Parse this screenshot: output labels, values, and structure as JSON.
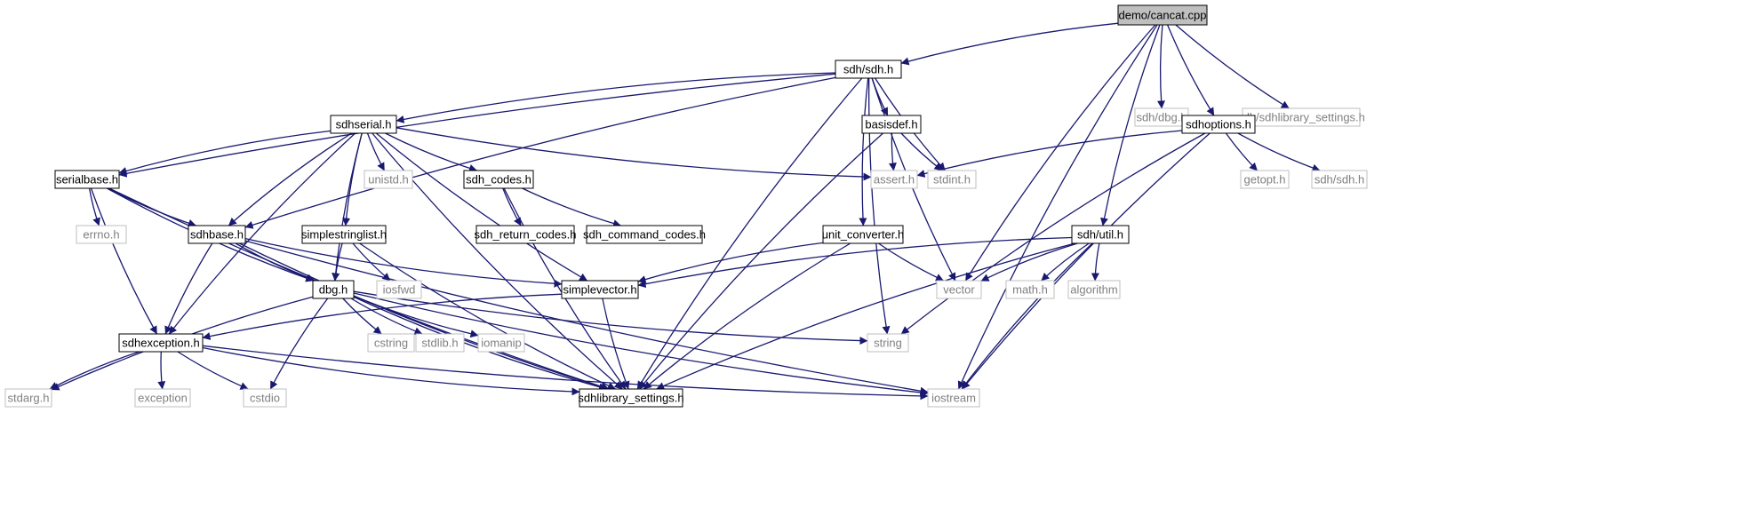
{
  "diagram": {
    "type": "include-dependency-graph",
    "colors": {
      "edge": "#191970",
      "node_border": "#000000",
      "external_border": "#bfbfbf",
      "external_text": "#808080",
      "root_fill": "#bfbfbf",
      "text": "#000000"
    },
    "nodes": [
      {
        "id": "cancat",
        "label": "demo/cancat.cpp",
        "kind": "root"
      },
      {
        "id": "sdh_sdh",
        "label": "sdh/sdh.h",
        "kind": "local"
      },
      {
        "id": "dbg_ext",
        "label": "sdh/dbg.h",
        "kind": "external"
      },
      {
        "id": "settings_ext",
        "label": "sdh/sdhlibrary_settings.h",
        "kind": "external"
      },
      {
        "id": "sdhserial",
        "label": "sdhserial.h",
        "kind": "local"
      },
      {
        "id": "basisdef",
        "label": "basisdef.h",
        "kind": "local"
      },
      {
        "id": "sdhoptions",
        "label": "sdhoptions.h",
        "kind": "local"
      },
      {
        "id": "serialbase",
        "label": "serialbase.h",
        "kind": "local"
      },
      {
        "id": "unistd",
        "label": "unistd.h",
        "kind": "external"
      },
      {
        "id": "sdh_codes",
        "label": "sdh_codes.h",
        "kind": "local"
      },
      {
        "id": "assert",
        "label": "assert.h",
        "kind": "external"
      },
      {
        "id": "stdint",
        "label": "stdint.h",
        "kind": "external"
      },
      {
        "id": "getopt",
        "label": "getopt.h",
        "kind": "external"
      },
      {
        "id": "sdh_sdh_ext",
        "label": "sdh/sdh.h",
        "kind": "external"
      },
      {
        "id": "errno",
        "label": "errno.h",
        "kind": "external"
      },
      {
        "id": "sdhbase",
        "label": "sdhbase.h",
        "kind": "local"
      },
      {
        "id": "simplestringlist",
        "label": "simplestringlist.h",
        "kind": "local"
      },
      {
        "id": "ret_codes",
        "label": "sdh_return_codes.h",
        "kind": "local"
      },
      {
        "id": "cmd_codes",
        "label": "sdh_command_codes.h",
        "kind": "local"
      },
      {
        "id": "unit_conv",
        "label": "unit_converter.h",
        "kind": "local"
      },
      {
        "id": "util",
        "label": "sdh/util.h",
        "kind": "local"
      },
      {
        "id": "dbg",
        "label": "dbg.h",
        "kind": "local"
      },
      {
        "id": "iosfwd",
        "label": "iosfwd",
        "kind": "external"
      },
      {
        "id": "simplevector",
        "label": "simplevector.h",
        "kind": "local"
      },
      {
        "id": "vector",
        "label": "vector",
        "kind": "external"
      },
      {
        "id": "math",
        "label": "math.h",
        "kind": "external"
      },
      {
        "id": "algorithm",
        "label": "algorithm",
        "kind": "external"
      },
      {
        "id": "sdhexception",
        "label": "sdhexception.h",
        "kind": "local"
      },
      {
        "id": "cstring",
        "label": "cstring",
        "kind": "external"
      },
      {
        "id": "stdlib",
        "label": "stdlib.h",
        "kind": "external"
      },
      {
        "id": "iomanip",
        "label": "iomanip",
        "kind": "external"
      },
      {
        "id": "string",
        "label": "string",
        "kind": "external"
      },
      {
        "id": "stdarg",
        "label": "stdarg.h",
        "kind": "external"
      },
      {
        "id": "exception",
        "label": "exception",
        "kind": "external"
      },
      {
        "id": "cstdio",
        "label": "cstdio",
        "kind": "external"
      },
      {
        "id": "settings",
        "label": "sdhlibrary_settings.h",
        "kind": "local"
      },
      {
        "id": "iostream",
        "label": "iostream",
        "kind": "external"
      }
    ],
    "edges": [
      [
        "cancat",
        "sdh_sdh"
      ],
      [
        "cancat",
        "dbg_ext"
      ],
      [
        "cancat",
        "settings_ext"
      ],
      [
        "cancat",
        "sdhoptions"
      ],
      [
        "cancat",
        "util"
      ],
      [
        "cancat",
        "vector"
      ],
      [
        "cancat",
        "iostream"
      ],
      [
        "sdh_sdh",
        "serialbase"
      ],
      [
        "sdh_sdh",
        "sdhserial"
      ],
      [
        "sdh_sdh",
        "sdhbase"
      ],
      [
        "sdh_sdh",
        "basisdef"
      ],
      [
        "sdh_sdh",
        "stdint"
      ],
      [
        "sdh_sdh",
        "unit_conv"
      ],
      [
        "sdh_sdh",
        "vector"
      ],
      [
        "sdh_sdh",
        "string"
      ],
      [
        "sdh_sdh",
        "settings"
      ],
      [
        "sdhserial",
        "serialbase"
      ],
      [
        "sdhserial",
        "sdhbase"
      ],
      [
        "sdhserial",
        "unistd"
      ],
      [
        "sdhserial",
        "sdh_codes"
      ],
      [
        "sdhserial",
        "assert"
      ],
      [
        "sdhserial",
        "simplestringlist"
      ],
      [
        "sdhserial",
        "dbg"
      ],
      [
        "sdhserial",
        "sdhexception"
      ],
      [
        "sdhserial",
        "simplevector"
      ],
      [
        "sdhserial",
        "settings"
      ],
      [
        "basisdef",
        "assert"
      ],
      [
        "basisdef",
        "stdint"
      ],
      [
        "basisdef",
        "settings"
      ],
      [
        "sdhoptions",
        "assert"
      ],
      [
        "sdhoptions",
        "getopt"
      ],
      [
        "sdhoptions",
        "sdh_sdh_ext"
      ],
      [
        "sdhoptions",
        "string"
      ],
      [
        "sdhoptions",
        "iostream"
      ],
      [
        "serialbase",
        "errno"
      ],
      [
        "serialbase",
        "sdhbase"
      ],
      [
        "serialbase",
        "dbg"
      ],
      [
        "serialbase",
        "sdhexception"
      ],
      [
        "serialbase",
        "settings"
      ],
      [
        "sdh_codes",
        "ret_codes"
      ],
      [
        "sdh_codes",
        "cmd_codes"
      ],
      [
        "sdh_codes",
        "settings"
      ],
      [
        "sdhbase",
        "dbg"
      ],
      [
        "sdhbase",
        "sdhexception"
      ],
      [
        "sdhbase",
        "simplevector"
      ],
      [
        "sdhbase",
        "settings"
      ],
      [
        "sdhbase",
        "iostream"
      ],
      [
        "simplestringlist",
        "dbg"
      ],
      [
        "simplestringlist",
        "iosfwd"
      ],
      [
        "simplestringlist",
        "settings"
      ],
      [
        "unit_conv",
        "simplevector"
      ],
      [
        "unit_conv",
        "vector"
      ],
      [
        "unit_conv",
        "settings"
      ],
      [
        "util",
        "simplevector"
      ],
      [
        "util",
        "vector"
      ],
      [
        "util",
        "math"
      ],
      [
        "util",
        "algorithm"
      ],
      [
        "util",
        "settings"
      ],
      [
        "util",
        "iostream"
      ],
      [
        "dbg",
        "cstring"
      ],
      [
        "dbg",
        "stdlib"
      ],
      [
        "dbg",
        "iomanip"
      ],
      [
        "dbg",
        "string"
      ],
      [
        "dbg",
        "stdarg"
      ],
      [
        "dbg",
        "cstdio"
      ],
      [
        "dbg",
        "settings"
      ],
      [
        "dbg",
        "iostream"
      ],
      [
        "simplevector",
        "sdhexception"
      ],
      [
        "simplevector",
        "settings"
      ],
      [
        "sdhexception",
        "stdarg"
      ],
      [
        "sdhexception",
        "exception"
      ],
      [
        "sdhexception",
        "cstdio"
      ],
      [
        "sdhexception",
        "settings"
      ],
      [
        "sdhexception",
        "iostream"
      ]
    ]
  }
}
